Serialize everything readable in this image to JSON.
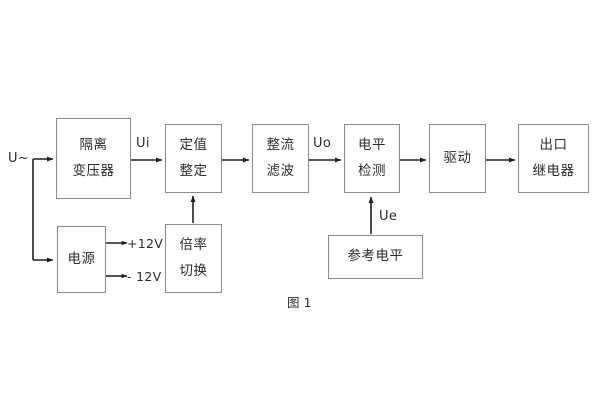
{
  "diagram": {
    "caption": "图 1",
    "blocks": [
      {
        "id": "isolation-transformer",
        "lines": [
          "隔离",
          "变压器"
        ]
      },
      {
        "id": "setting-value",
        "lines": [
          "定值",
          "整定"
        ]
      },
      {
        "id": "rectify-filter",
        "lines": [
          "整流",
          "滤波"
        ]
      },
      {
        "id": "level-detect",
        "lines": [
          "电平",
          "检测"
        ]
      },
      {
        "id": "driver",
        "lines": [
          "驱动"
        ]
      },
      {
        "id": "output-relay",
        "lines": [
          "出口",
          "继电器"
        ]
      },
      {
        "id": "power-supply",
        "lines": [
          "电源"
        ]
      },
      {
        "id": "multiplier-switch",
        "lines": [
          "倍率",
          "切换"
        ]
      },
      {
        "id": "reference-level",
        "lines": [
          "参考电平"
        ]
      }
    ],
    "signals": {
      "input": "U~",
      "ui": "Ui",
      "uo": "Uo",
      "ue": "Ue",
      "rail_positive": "+12V",
      "rail_negative": "- 12V"
    },
    "colors": {
      "box_border": "#8a8a8a",
      "text": "#2b2b2b",
      "wire": "#1f1f1f",
      "background": "#ffffff"
    }
  }
}
